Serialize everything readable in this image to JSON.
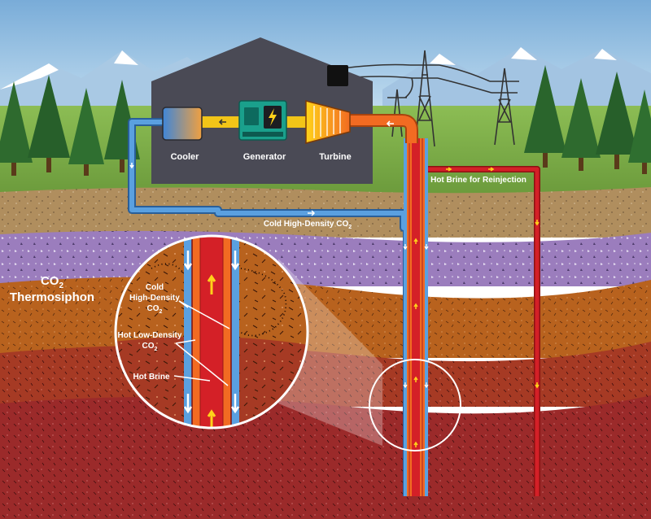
{
  "plant": {
    "cooler_label": "Cooler",
    "generator_label": "Generator",
    "turbine_label": "Turbine"
  },
  "surface": {
    "hot_brine_label": "Hot Brine for Reinjection",
    "cold_co2_label": "Cold High-Density CO",
    "cold_co2_sub": "2"
  },
  "main_title": {
    "line1_text": "CO",
    "line1_sub": "2",
    "line2": "Thermosiphon"
  },
  "callouts": {
    "cold_line1": "Cold",
    "cold_line2": "High-Density",
    "cold_line3_text": "CO",
    "cold_line3_sub": "2",
    "hot_line1": "Hot Low-Density",
    "hot_line2_text": "CO",
    "hot_line2_sub": "2",
    "brine": "Hot Brine"
  },
  "colors": {
    "sky_top": "#7fb3dc",
    "sky_bottom": "#d6eaf6",
    "grass": "#86b64f",
    "building": "#4a4a55",
    "cold_co2": "#4a8fd4",
    "hot_co2": "#f26b22",
    "hot_brine": "#d42027",
    "soil_tan": "#b08e5e",
    "soil_purple": "#9b7dbd",
    "soil_orange": "#b8621e",
    "soil_red": "#9b2a2a"
  }
}
